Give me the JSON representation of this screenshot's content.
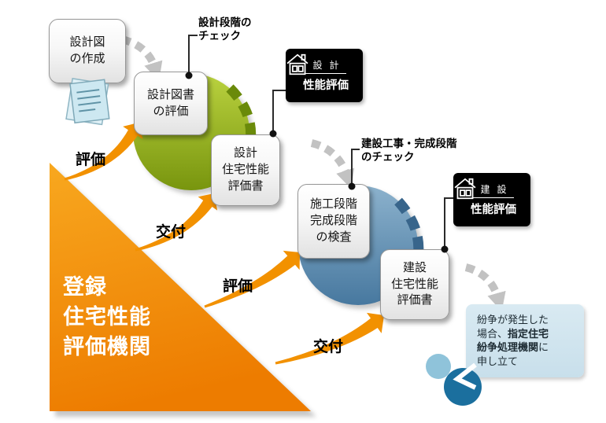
{
  "triangle": {
    "label": "登録\n住宅性能\n評価機関"
  },
  "boxes": {
    "design_drawing": {
      "label": "設計図\nの作成"
    },
    "design_doc_eval": {
      "label": "設計図書\nの評価"
    },
    "design_report": {
      "label": "設計\n住宅性能\n評価書"
    },
    "inspection": {
      "label": "施工段階\n完成段階\nの検査"
    },
    "construction_report": {
      "label": "建設\n住宅性能\n評価書"
    }
  },
  "callouts": {
    "design_check": {
      "label": "設計段階の\nチェック"
    },
    "construction_check": {
      "label": "建設工事・完成段階\nのチェック"
    }
  },
  "badges": {
    "design": {
      "category": "設計",
      "title": "性能評価"
    },
    "construction": {
      "category": "建設",
      "title": "性能評価"
    }
  },
  "flow_labels": {
    "evaluate_design": "評価",
    "issue_design": "交付",
    "evaluate_construction": "評価",
    "issue_construction": "交付"
  },
  "dispute": {
    "text_before": "紛争が発生した場合、",
    "text_bold": "指定住宅紛争処理機関",
    "text_after": "に申し立て"
  },
  "colors": {
    "triangle_orange": "#f18f00",
    "arrow_orange": "#f29100",
    "green_circle": "#8fae1b",
    "blue_circle": "#5d8fb4",
    "badge_black": "#000000",
    "dispute_bg": "#cfe3ee",
    "dispute_dark_circle": "#1b6f9e",
    "dispute_light_circle": "#8fc3da"
  }
}
